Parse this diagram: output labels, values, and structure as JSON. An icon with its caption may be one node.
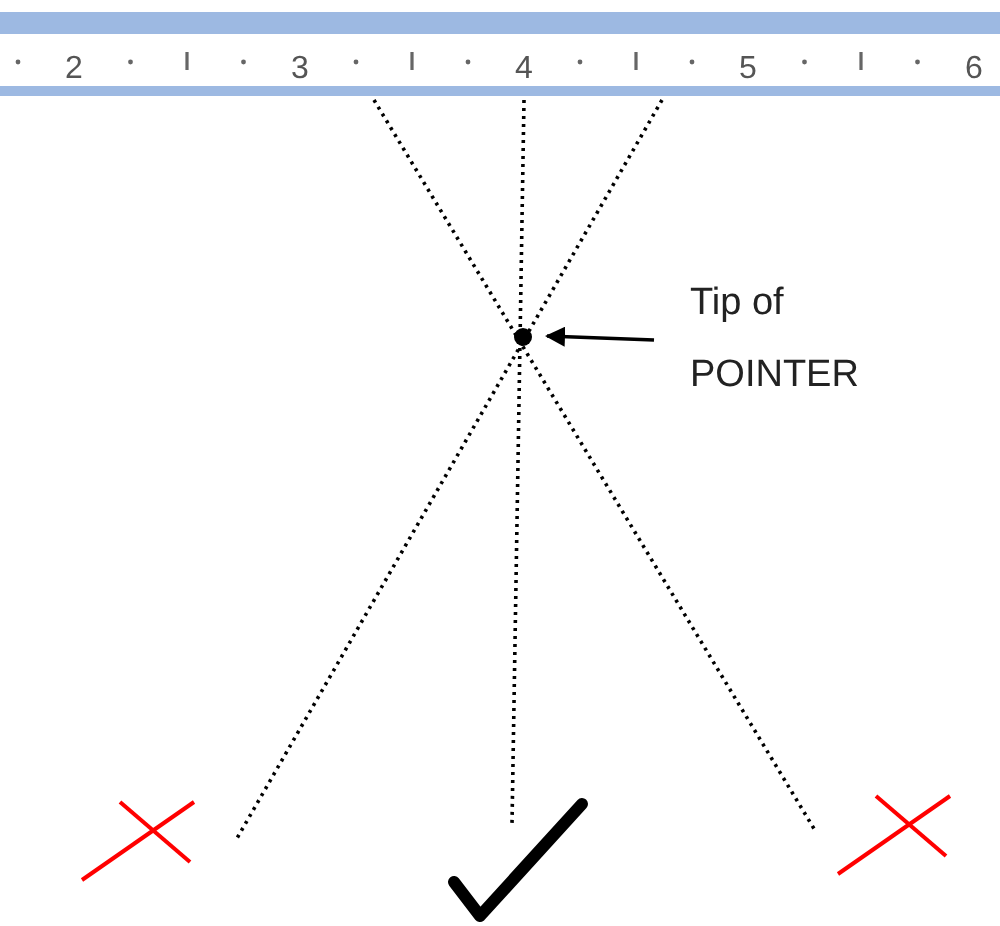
{
  "diagram": {
    "nodes": [
      {
        "text": [
          "Tip of POINTER"
        ]
      },
      {
        "text": [],
        "shape": "circle"
      }
    ],
    "edges": [
      {
        "from": 0,
        "to": 1,
        "arrow": "to"
      }
    ],
    "labels": [
      "2",
      "3",
      "4",
      "5",
      "6"
    ]
  }
}
